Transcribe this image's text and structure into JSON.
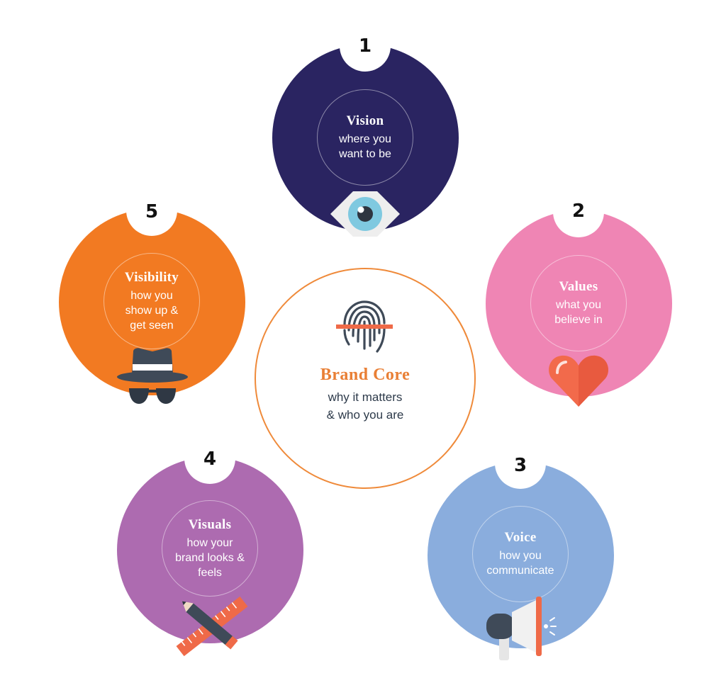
{
  "colors": {
    "vision": "#2a2461",
    "values": "#ef85b4",
    "voice": "#8aaddd",
    "visuals": "#ad6bb0",
    "visibility": "#f27a22",
    "core_border": "#ef8a3a",
    "core_title": "#e97f35",
    "core_text": "#2d3a4a"
  },
  "core": {
    "title": "Brand Core",
    "line1": "why it matters",
    "line2": "& who you are",
    "icon": "fingerprint-icon"
  },
  "items": [
    {
      "number": "1",
      "title": "Vision",
      "subtitle": "where you\nwant to be",
      "icon": "eye-icon"
    },
    {
      "number": "2",
      "title": "Values",
      "subtitle": "what you\nbelieve in",
      "icon": "heart-icon"
    },
    {
      "number": "3",
      "title": "Voice",
      "subtitle": "how you\ncommunicate",
      "icon": "megaphone-icon"
    },
    {
      "number": "4",
      "title": "Visuals",
      "subtitle": "how your\nbrand looks &\nfeels",
      "icon": "pencil-ruler-icon"
    },
    {
      "number": "5",
      "title": "Visibility",
      "subtitle": "how you\nshow up &\nget seen",
      "icon": "hat-glasses-icon"
    }
  ]
}
